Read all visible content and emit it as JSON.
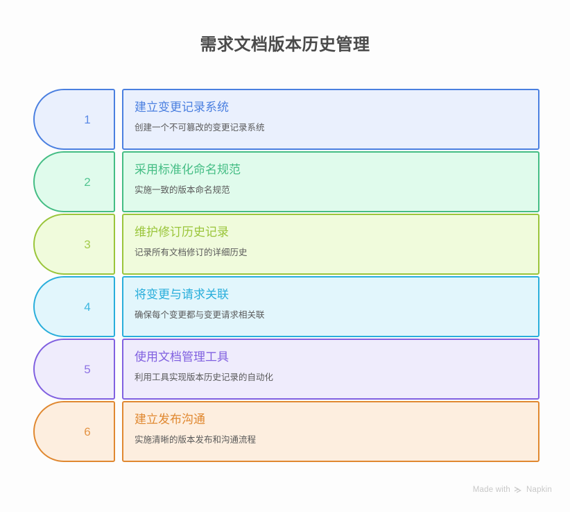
{
  "title": "需求文档版本历史管理",
  "background_color": "#fdfdfd",
  "title_color": "#4a4a4a",
  "steps": [
    {
      "number": "1",
      "heading": "建立变更记录系统",
      "description": "创建一个不可篡改的变更记录系统",
      "border_color": "#4a7fe0",
      "fill_color": "#eaf0fd",
      "heading_color": "#4a7fe0",
      "number_color": "#5b8ae6"
    },
    {
      "number": "2",
      "heading": "采用标准化命名规范",
      "description": "实施一致的版本命名规范",
      "border_color": "#44bd84",
      "fill_color": "#e0fbec",
      "heading_color": "#44bd84",
      "number_color": "#52c591"
    },
    {
      "number": "3",
      "heading": "维护修订历史记录",
      "description": "记录所有文档修订的详细历史",
      "border_color": "#9ac53a",
      "fill_color": "#f0fbdc",
      "heading_color": "#9ac53a",
      "number_color": "#a3cb4c"
    },
    {
      "number": "4",
      "heading": "将变更与请求关联",
      "description": "确保每个变更都与变更请求相关联",
      "border_color": "#29aedb",
      "fill_color": "#e2f6fc",
      "heading_color": "#29aedb",
      "number_color": "#3bb6e0"
    },
    {
      "number": "5",
      "heading": "使用文档管理工具",
      "description": "利用工具实现版本历史记录的自动化",
      "border_color": "#8060e0",
      "fill_color": "#efecfc",
      "heading_color": "#8060e0",
      "number_color": "#8d72e4"
    },
    {
      "number": "6",
      "heading": "建立发布沟通",
      "description": "实施清晰的版本发布和沟通流程",
      "border_color": "#e08830",
      "fill_color": "#fdeedf",
      "heading_color": "#e08830",
      "number_color": "#e49445"
    }
  ],
  "footer": {
    "made_with_label": "Made with",
    "brand_label": "Napkin",
    "logo_icon": "napkin-chevron-icon",
    "color": "#c8c8c8"
  }
}
